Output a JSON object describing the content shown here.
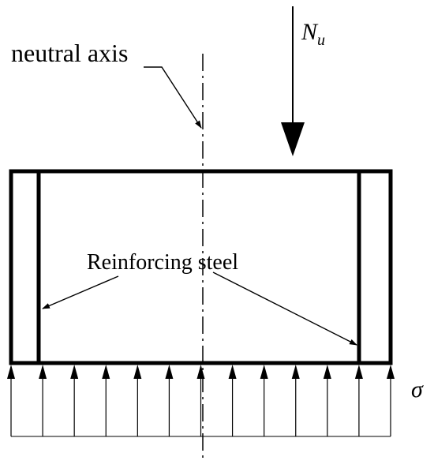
{
  "labels": {
    "neutral_axis": "neutral axis",
    "load_symbol": "N",
    "load_subscript": "u",
    "reinforcing_steel": "Reinforcing steel",
    "stress_symbol": "σ"
  },
  "stress_arrow_count": 13,
  "colors": {
    "line": "#000000",
    "background": "#ffffff"
  }
}
